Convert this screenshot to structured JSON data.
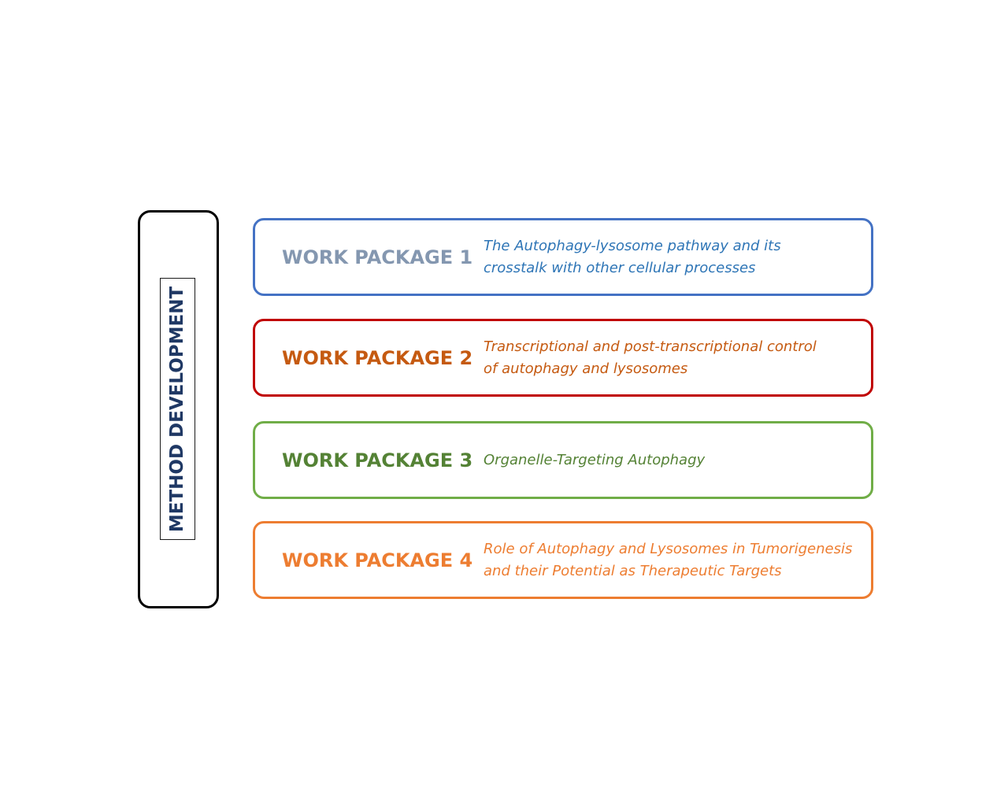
{
  "side_panel": {
    "label": "METHOD DEVELOPMENT",
    "label_color": "#1f3864"
  },
  "work_packages": [
    {
      "title": "WORK PACKAGE 1",
      "title_color": "#8497b0",
      "border_color": "#4472c4",
      "desc_color": "#2e75b6",
      "description_lines": [
        "The Autophagy-lysosome pathway and its",
        "crosstalk with other cellular processes"
      ]
    },
    {
      "title": "WORK PACKAGE 2",
      "title_color": "#c55a11",
      "border_color": "#c00000",
      "desc_color": "#c55a11",
      "description_lines": [
        "Transcriptional and post-transcriptional control",
        "of autophagy and lysosomes"
      ]
    },
    {
      "title": "WORK PACKAGE 3",
      "title_color": "#548235",
      "border_color": "#70ad47",
      "desc_color": "#548235",
      "description_lines": [
        "Organelle-Targeting Autophagy"
      ]
    },
    {
      "title": "WORK PACKAGE 4",
      "title_color": "#ed7d31",
      "border_color": "#ed7d31",
      "desc_color": "#ed7d31",
      "description_lines": [
        "Role of Autophagy and Lysosomes in Tumorigenesis",
        "and their Potential as Therapeutic Targets"
      ]
    }
  ]
}
